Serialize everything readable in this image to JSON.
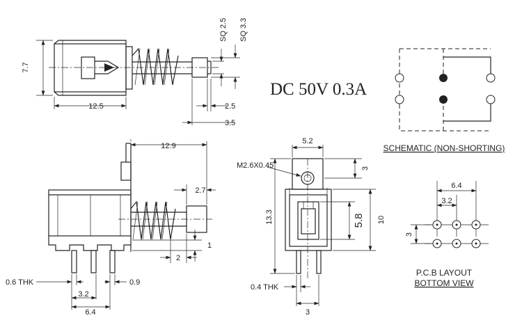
{
  "rating": "DC 50V 0.3A",
  "top_view": {
    "height": "7.7",
    "length": "12.5",
    "sq_small": "SQ 2.5",
    "sq_large": "SQ 3.3",
    "dim_a": "2.5",
    "dim_b": "3.5"
  },
  "side_view": {
    "overall": "12.9",
    "travel": "2.7",
    "dim_1": "1",
    "dim_2": "2",
    "pin_thk": "0.6 THK",
    "pin_width": "0.9",
    "pitch_small": "3.2",
    "pitch_large": "6.4"
  },
  "end_view": {
    "width": "5.2",
    "screw": "M2.6X0.45",
    "dim_3": "3",
    "height": "13.3",
    "dim_5_8": "5.8",
    "dim_10": "10",
    "pin_thk": "0.4 THK",
    "pin_pitch": "3"
  },
  "schematic": {
    "caption": "SCHEMATIC (NON-SHORTING)"
  },
  "pcb": {
    "pitch_outer": "6.4",
    "pitch_inner": "3.2",
    "row_pitch": "3",
    "caption_line1": "P.C.B LAYOUT",
    "caption_line2": "BOTTOM VIEW"
  }
}
